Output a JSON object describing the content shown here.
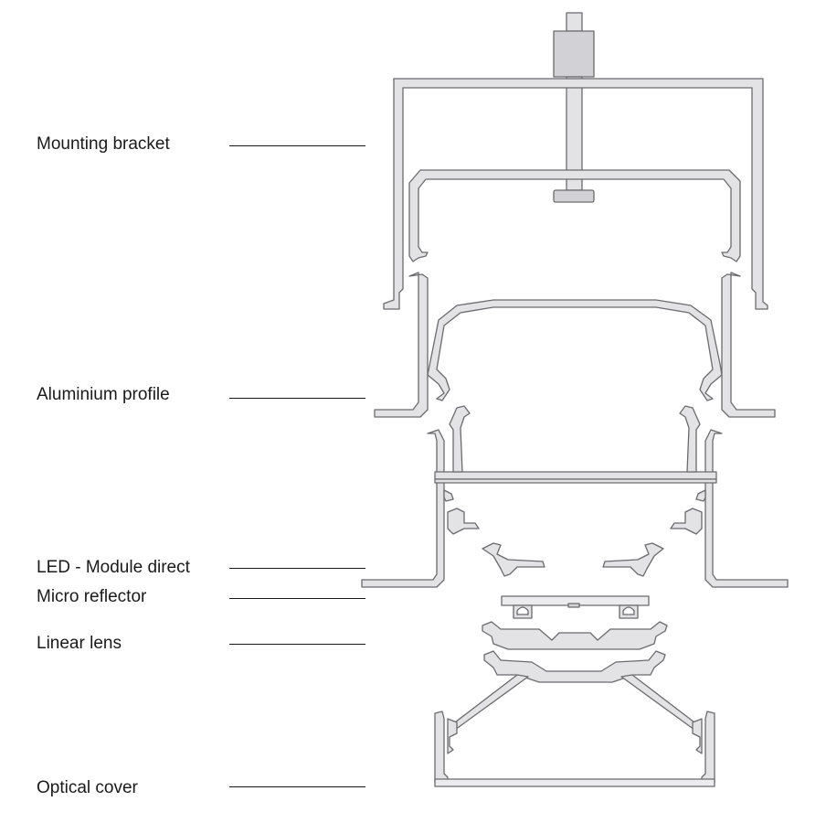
{
  "labels": {
    "mounting_bracket": "Mounting bracket",
    "aluminium_profile": "Aluminium profile",
    "led_module_direct": "LED - Module direct",
    "micro_reflector": "Micro reflector",
    "linear_lens": "Linear lens",
    "optical_cover": "Optical cover"
  },
  "colors": {
    "part_fill": "#e3e3e6",
    "part_stroke": "#6b6b6f",
    "text": "#1a1a1a"
  }
}
